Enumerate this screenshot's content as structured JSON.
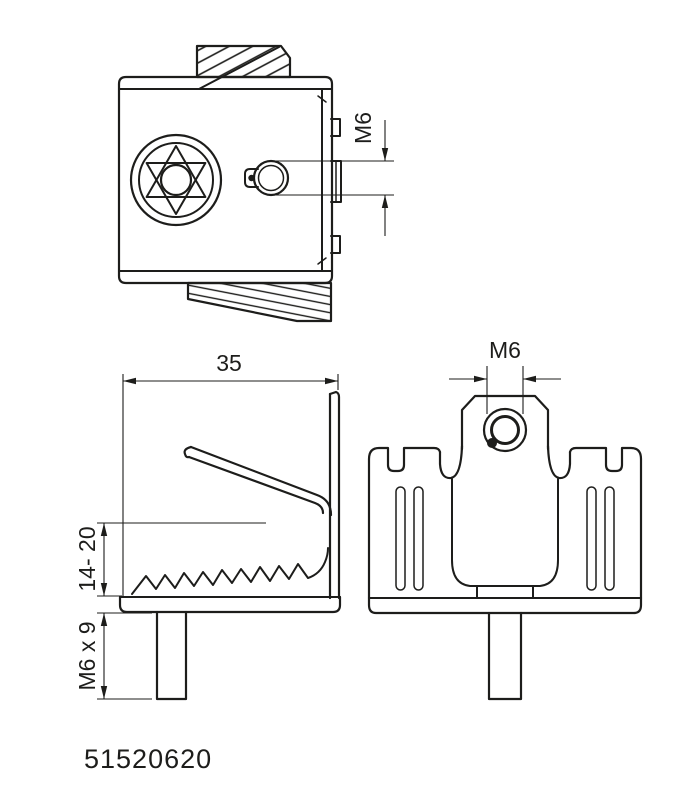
{
  "drawing": {
    "colors": {
      "line": "#1d1d1b",
      "background": "#ffffff"
    },
    "part_number": "51520620",
    "dimensions": {
      "top_hole_thread": "M6",
      "overall_width": "35",
      "clamping_range": "14- 20",
      "stud_thread_length": "M6 x 9",
      "front_hole_thread": "M6"
    }
  }
}
